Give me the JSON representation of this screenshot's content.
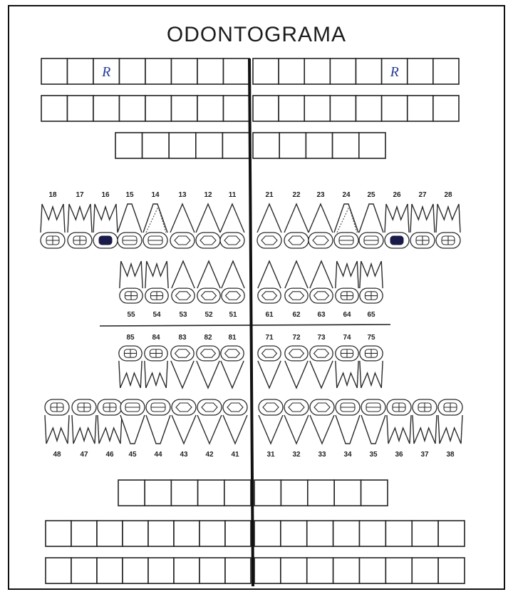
{
  "title": "ODONTOGRAMA",
  "colors": {
    "ink": "#222222",
    "marker_blue": "#2a3f9a",
    "filled": "#1b1b4a"
  },
  "box_rows": {
    "top_full_1": {
      "left_count": 8,
      "right_count": 8,
      "marks": [
        {
          "side": "left",
          "index": 2,
          "text": "R"
        },
        {
          "side": "right",
          "index": 5,
          "text": "R"
        }
      ]
    },
    "top_full_2": {
      "left_count": 8,
      "right_count": 8,
      "marks": []
    },
    "top_short": {
      "left_count": 5,
      "right_count": 5,
      "marks": []
    },
    "bottom_short": {
      "left_count": 5,
      "right_count": 5,
      "marks": []
    },
    "bottom_full_1": {
      "left_count": 8,
      "right_count": 8,
      "marks": []
    },
    "bottom_full_2": {
      "left_count": 8,
      "right_count": 8,
      "marks": []
    }
  },
  "teeth": {
    "upper_permanent": {
      "left": [
        "18",
        "17",
        "16",
        "15",
        "14",
        "13",
        "12",
        "11"
      ],
      "right": [
        "21",
        "22",
        "23",
        "24",
        "25",
        "26",
        "27",
        "28"
      ],
      "left_types": [
        "molar",
        "molar",
        "molar",
        "premolar",
        "premolar",
        "canine",
        "incisor",
        "incisor"
      ],
      "right_types": [
        "incisor",
        "incisor",
        "canine",
        "premolar",
        "premolar",
        "molar",
        "molar",
        "molar"
      ],
      "filled": [
        "16",
        "26"
      ],
      "dotted": [
        "14",
        "24"
      ]
    },
    "upper_primary": {
      "left": [
        "55",
        "54",
        "53",
        "52",
        "51"
      ],
      "right": [
        "61",
        "62",
        "63",
        "64",
        "65"
      ],
      "left_types": [
        "molar",
        "molar",
        "canine",
        "incisor",
        "incisor"
      ],
      "right_types": [
        "incisor",
        "incisor",
        "canine",
        "molar",
        "molar"
      ]
    },
    "lower_primary": {
      "left": [
        "85",
        "84",
        "83",
        "82",
        "81"
      ],
      "right": [
        "71",
        "72",
        "73",
        "74",
        "75"
      ],
      "left_types": [
        "molar",
        "molar",
        "canine",
        "incisor",
        "incisor"
      ],
      "right_types": [
        "incisor",
        "incisor",
        "canine",
        "molar",
        "molar"
      ]
    },
    "lower_permanent": {
      "left": [
        "48",
        "47",
        "46",
        "45",
        "44",
        "43",
        "42",
        "41"
      ],
      "right": [
        "31",
        "32",
        "33",
        "34",
        "35",
        "36",
        "37",
        "38"
      ],
      "left_types": [
        "molar",
        "molar",
        "molar",
        "premolar",
        "premolar",
        "canine",
        "incisor",
        "incisor"
      ],
      "right_types": [
        "incisor",
        "incisor",
        "canine",
        "premolar",
        "premolar",
        "molar",
        "molar",
        "molar"
      ]
    }
  }
}
